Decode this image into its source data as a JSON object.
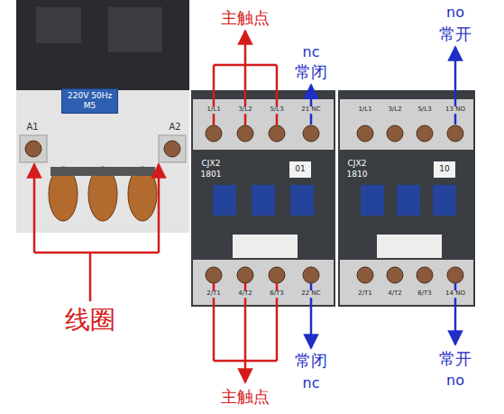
{
  "diagram": {
    "nodes": [
      {
        "text": [
          "220V 50Hz",
          "M5"
        ]
      }
    ],
    "labels": [
      "A1",
      "A2",
      "线圈",
      "主触点",
      "nc",
      "常闭",
      "no",
      "常开",
      "1/L1",
      "3/L2",
      "5/L3",
      "21 NC",
      "CJX2",
      "1801",
      "01",
      "2/T1",
      "4/T2",
      "6/T3",
      "22 NC",
      "1/L1",
      "3/L2",
      "5/L3",
      "13 NO",
      "CJX2",
      "1810",
      "10",
      "2/T1",
      "4/T2",
      "6/T3",
      "14 NO",
      "主触点",
      "常闭",
      "nc",
      "常开",
      "no"
    ]
  }
}
